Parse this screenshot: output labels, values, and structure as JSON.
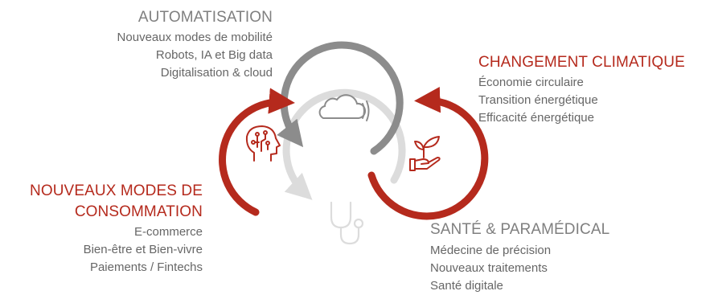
{
  "colors": {
    "red": "#b52a1d",
    "gray": "#8c8c8c",
    "light_gray": "#dcdcdc",
    "text": "#666666"
  },
  "sections": {
    "automatisation": {
      "title": "AUTOMATISATION",
      "items": [
        "Nouveaux modes de mobilité",
        "Robots, IA et Big data",
        "Digitalisation & cloud"
      ],
      "icon": "cloud-icon",
      "ring_color": "gray"
    },
    "climat": {
      "title": "CHANGEMENT CLIMATIQUE",
      "items": [
        "Économie circulaire",
        "Transition énergétique",
        "Efficacité énergétique"
      ],
      "icon": "hand-plant-icon",
      "ring_color": "red"
    },
    "consommation": {
      "title_line1": "NOUVEAUX MODES DE",
      "title_line2": "CONSOMMATION",
      "items": [
        "E-commerce",
        "Bien-être et Bien-vivre",
        "Paiements / Fintechs"
      ],
      "icon": "ai-head-icon",
      "ring_color": "red"
    },
    "sante": {
      "title": "SANTÉ & PARAMÉDICAL",
      "items": [
        "Médecine de précision",
        "Nouveaux traitements",
        "Santé digitale"
      ],
      "icon": "stethoscope-icon",
      "ring_color": "light_gray"
    }
  }
}
